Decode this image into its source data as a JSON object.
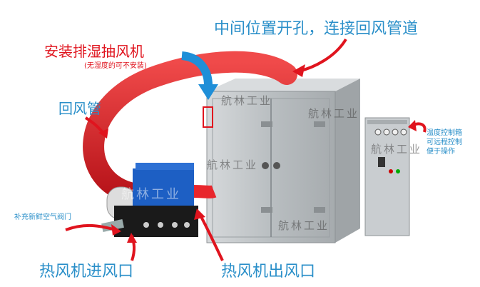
{
  "labels": {
    "top_right": "中间位置开孔，连接回风管道",
    "exhaust_fan": "安装排湿抽风机",
    "exhaust_fan_note": "(无湿度的可不安装)",
    "return_duct": "回风管",
    "fresh_air_valve": "补充新鲜空气阀门",
    "blower_inlet": "热风机进风口",
    "blower_outlet": "热风机出风口",
    "control_box_lines": [
      "温度控制箱",
      "可远程控制",
      "便于操作"
    ]
  },
  "watermark": "航林工业",
  "colors": {
    "label_blue": "#2a8fc9",
    "label_red": "#e0141e",
    "hose_red": "#e8262c",
    "oven_gray": "#bfc3c6",
    "blower_blue": "#1d5fc4",
    "arrow_blue": "#1f8fd8"
  }
}
